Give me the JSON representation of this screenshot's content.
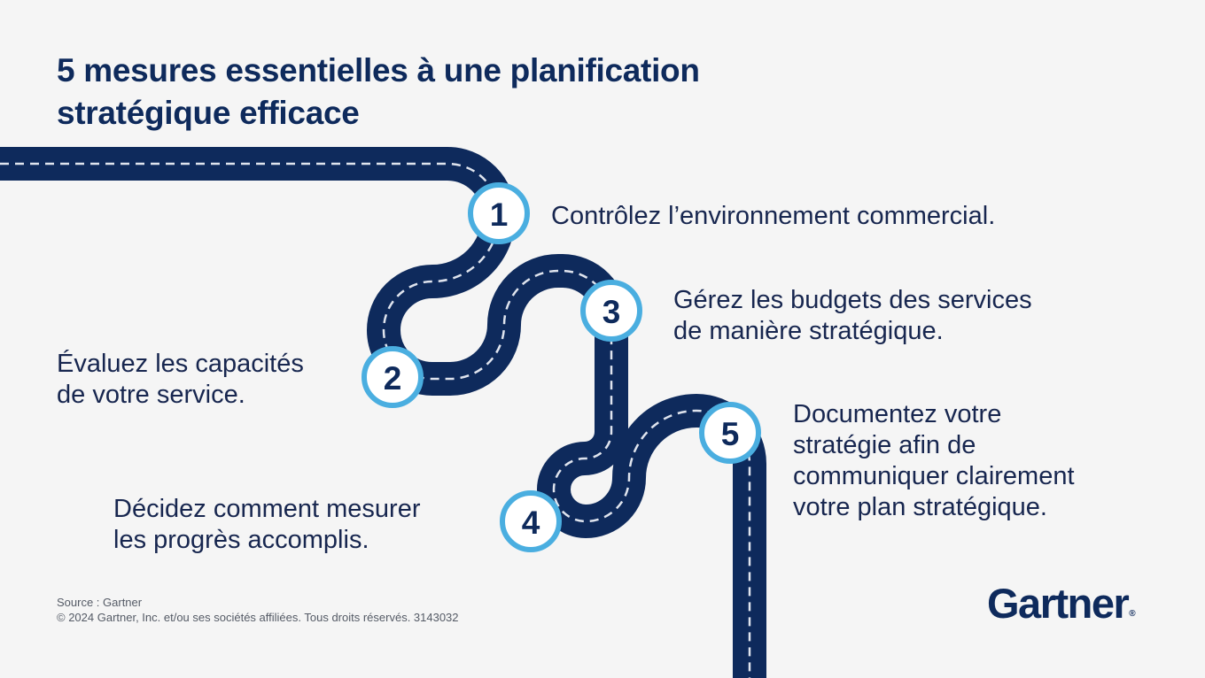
{
  "title": {
    "line1": "5 mesures essentielles à une planification",
    "line2": "stratégique efficace"
  },
  "steps": [
    {
      "number": "1",
      "lines": [
        "Contrôlez l’environnement commercial."
      ]
    },
    {
      "number": "2",
      "lines": [
        "Évaluez les capacités",
        "de votre service."
      ]
    },
    {
      "number": "3",
      "lines": [
        "Gérez les budgets des services",
        "de manière stratégique."
      ]
    },
    {
      "number": "4",
      "lines": [
        "Décidez comment mesurer",
        "les progrès accomplis."
      ]
    },
    {
      "number": "5",
      "lines": [
        "Documentez votre",
        "stratégie afin de",
        "communiquer clairement",
        "votre plan stratégique."
      ]
    }
  ],
  "footer": {
    "source": "Source : Gartner",
    "copyright": "© 2024 Gartner, Inc. et/ou ses sociétés affiliées. Tous droits réservés. 3143032"
  },
  "logo": {
    "text": "Gartner",
    "mark": "®"
  },
  "colors": {
    "road": "#0e2a5c",
    "dash": "#dfe4ee",
    "marker_ring": "#4aaee0",
    "marker_fill": "#ffffff",
    "text": "#17264f"
  }
}
